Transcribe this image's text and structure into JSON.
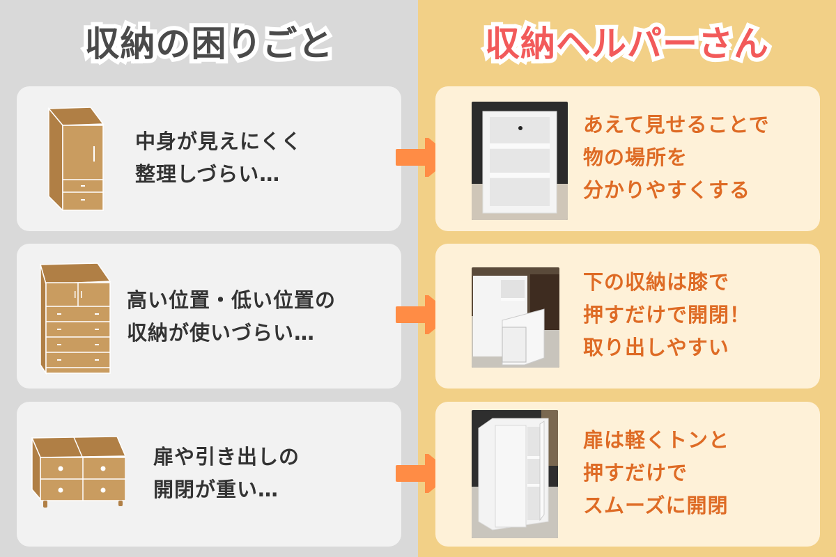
{
  "left_column": {
    "heading": "収納の困りごと",
    "items": [
      {
        "lines": [
          "中身が見えにくく",
          "整理しづらい…"
        ],
        "illustration": "wardrobe-icon"
      },
      {
        "lines": [
          "高い位置・低い位置の",
          "収納が使いづらい…"
        ],
        "illustration": "tall-chest-icon"
      },
      {
        "lines": [
          "扉や引き出しの",
          "開閉が重い…"
        ],
        "illustration": "low-chest-icon"
      }
    ]
  },
  "right_column": {
    "heading": "収納ヘルパーさん",
    "items": [
      {
        "lines": [
          "あえて見せることで",
          "物の場所を",
          "分かりやすくする"
        ],
        "photo": "open-shelf-photo"
      },
      {
        "lines": [
          "下の収納は膝で",
          "押すだけで開閉！",
          "取り出しやすい"
        ],
        "photo": "drawer-cabinet-photo"
      },
      {
        "lines": [
          "扉は軽くトンと",
          "押すだけで",
          "スムーズに開閉"
        ],
        "photo": "door-cabinet-photo"
      }
    ]
  },
  "colors": {
    "left_bg": "#d9d9d9",
    "right_bg": "#f2d087",
    "problem_card": "#f2f2f2",
    "solution_card": "#fef1d8",
    "left_heading": "#4a4a4a",
    "right_heading": "#f25a5a",
    "solution_text": "#de6b25",
    "arrow": "#ff8c45",
    "wood": "#c99c60",
    "wood_dark": "#b07f45"
  }
}
